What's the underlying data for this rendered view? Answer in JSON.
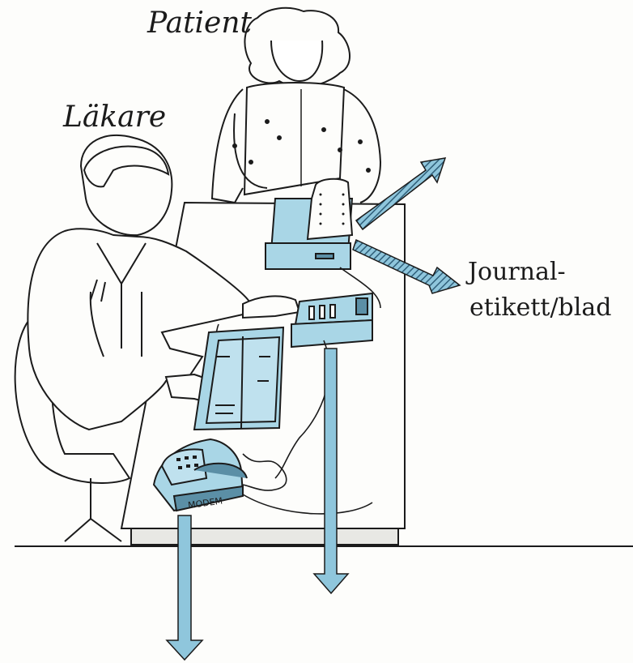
{
  "labels": {
    "patient": "Patient",
    "doctor": "Läkare",
    "journal_line1": "Journal-",
    "journal_line2": "etikett/blad"
  },
  "modem_label": "MODEM",
  "colors": {
    "ink": "#1b1b1b",
    "device_fill": "#a9d6e6",
    "device_dark": "#5b8fa6",
    "arrow_fill": "#8fc6dc",
    "arrow_hatch": "#2f5f7a",
    "paper": "#fdfdfb"
  },
  "icons": {
    "doctor": "person-figure-icon",
    "patient": "person-figure-icon",
    "printer": "printer-icon",
    "computer": "computer-unit-icon",
    "binder": "binder-icon",
    "telephone": "telephone-modem-icon"
  }
}
